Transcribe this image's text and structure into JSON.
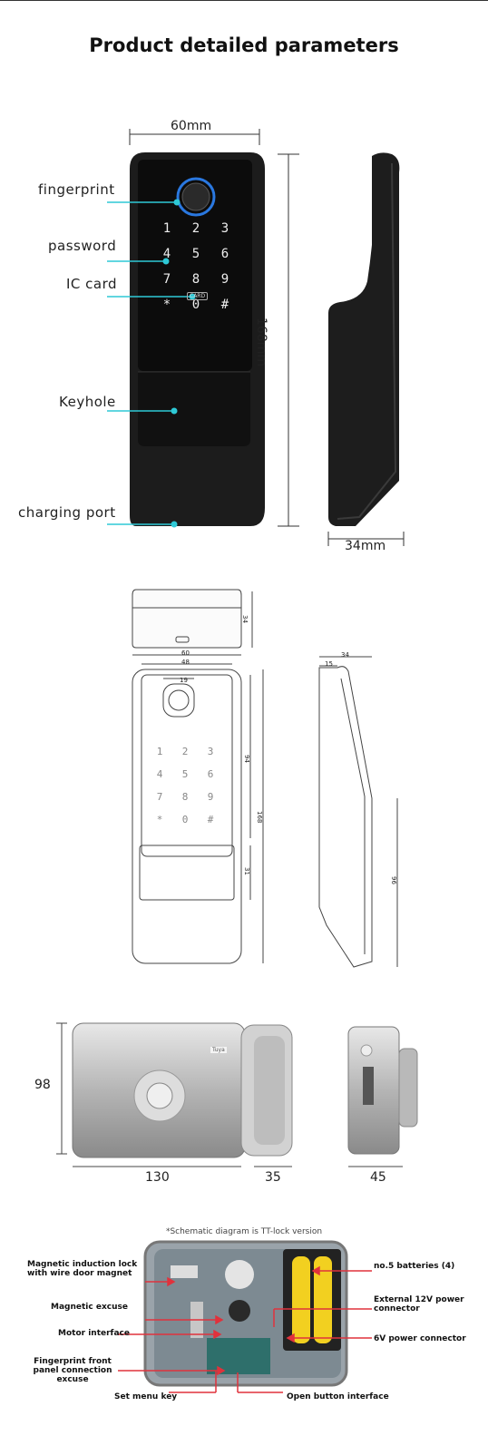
{
  "title": "Product detailed parameters",
  "section1": {
    "width_label": "60mm",
    "height_label": "168mm",
    "depth_label": "34mm",
    "features": [
      "fingerprint",
      "password",
      "IC card",
      "Keyhole",
      "charging port"
    ],
    "keypad": [
      "1",
      "2",
      "3",
      "4",
      "5",
      "6",
      "7",
      "8",
      "9",
      "*",
      "0",
      "#"
    ],
    "card_badge": "CARD"
  },
  "section2": {
    "top_depth": "34",
    "width_outer": "60",
    "width_inner": "48",
    "sensor_width": "19",
    "keypad_height": "94",
    "total_height": "168",
    "handle_height": "31",
    "side_depth": "34",
    "side_offset": "15",
    "side_height": "96"
  },
  "section3": {
    "height": "98",
    "width_body": "130",
    "width_knob": "35",
    "depth": "45",
    "badge": "Tuya"
  },
  "section4": {
    "note": "*Schematic diagram is TT-lock version",
    "left_labels": [
      "Magnetic induction lock with wire door magnet",
      "Magnetic excuse",
      "Motor interface",
      "Fingerprint front panel connection excuse"
    ],
    "right_labels": [
      "no.5 batteries (4)",
      "External 12V power connector",
      "6V power connector"
    ],
    "bottom_labels": [
      "Set menu key",
      "Open button interface"
    ]
  },
  "colors": {
    "accent": "#2ec9d6",
    "pointer": "#e0323c",
    "device": "#1b1b1b"
  }
}
